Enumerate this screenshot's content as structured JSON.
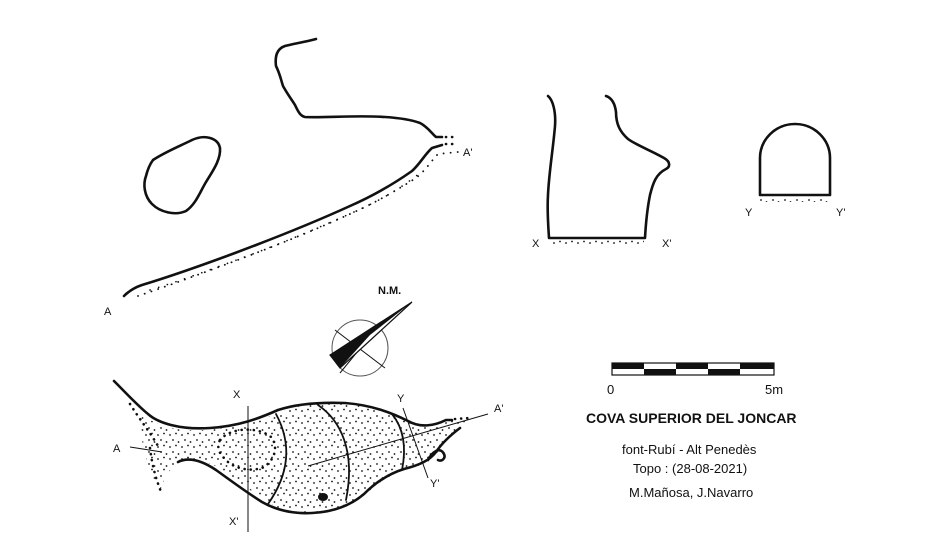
{
  "survey": {
    "labels": {
      "profile_a": "A",
      "profile_a_prime": "A'",
      "section_x": "X",
      "section_x_prime": "X'",
      "section_y": "Y",
      "section_y_prime": "Y'",
      "plan_a": "A",
      "plan_a_prime": "A'",
      "plan_x": "X",
      "plan_x_prime": "X'",
      "plan_y": "Y",
      "plan_y_prime": "Y'"
    },
    "north": "N.M.",
    "scale": {
      "start": "0",
      "end": "5m"
    },
    "title": "COVA SUPERIOR DEL JONCAR",
    "location": "font-Rubí - Alt Penedès",
    "topo": "Topo : (28-08-2021)",
    "authors": "M.Mañosa, J.Navarro"
  }
}
